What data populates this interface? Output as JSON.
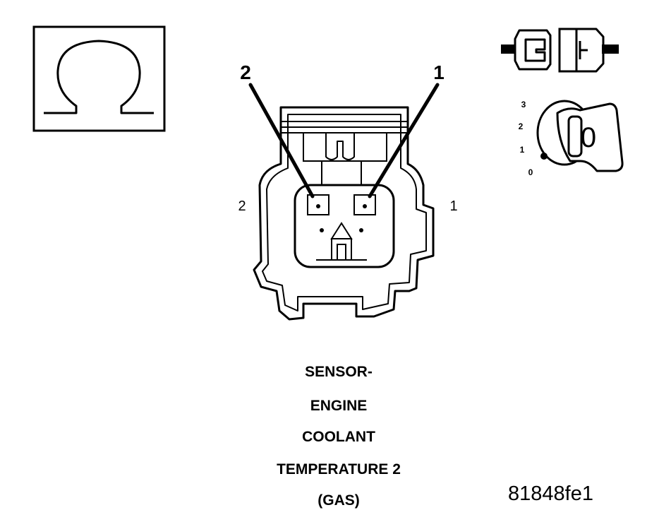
{
  "callouts": {
    "left": "2",
    "right": "1"
  },
  "pins": {
    "left": "2",
    "right": "1"
  },
  "switch_scale": [
    "3",
    "2",
    "1",
    "0"
  ],
  "switch_position": "0",
  "caption_lines": [
    "SENSOR-",
    "ENGINE",
    "COOLANT",
    "TEMPERATURE 2",
    "(GAS)"
  ],
  "figure_id": "81848fe1",
  "icons": {
    "meter": "ohm-icon",
    "connector": "disconnected-connector-icon",
    "ignition": "ignition-key-icon"
  },
  "colors": {
    "ink": "#000000",
    "paper": "#ffffff"
  }
}
